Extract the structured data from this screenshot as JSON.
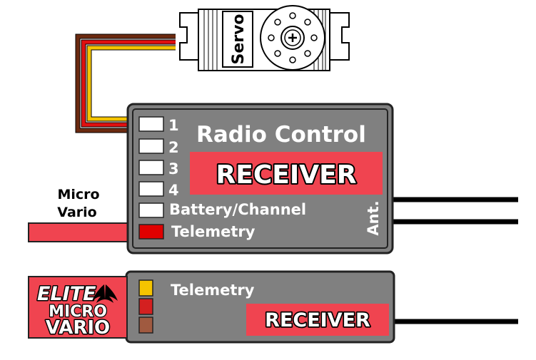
{
  "servo": {
    "label": "Servo"
  },
  "receiver_main": {
    "title": "Radio Control",
    "banner": "RECEIVER",
    "channels": [
      "1",
      "2",
      "3",
      "4"
    ],
    "battery_label": "Battery/Channel",
    "telemetry_label": "Telemetry",
    "antenna_label": "Ant."
  },
  "micro_vario": {
    "label_line1": "Micro",
    "label_line2": "Vario"
  },
  "elite_logo": {
    "line1": "ELITE",
    "line2": "MICRO",
    "line3": "VARIO"
  },
  "receiver_small": {
    "telemetry_label": "Telemetry",
    "banner": "RECEIVER"
  },
  "colors": {
    "body_gray": "#808080",
    "accent_red": "#f04450",
    "telemetry_red": "#e00000",
    "wire_brown": "#6b2a10",
    "wire_red": "#e01010",
    "wire_yellow": "#f5c400",
    "pin_yellow": "#f5c400",
    "pin_red": "#d42020",
    "pin_brown": "#a05a40"
  }
}
